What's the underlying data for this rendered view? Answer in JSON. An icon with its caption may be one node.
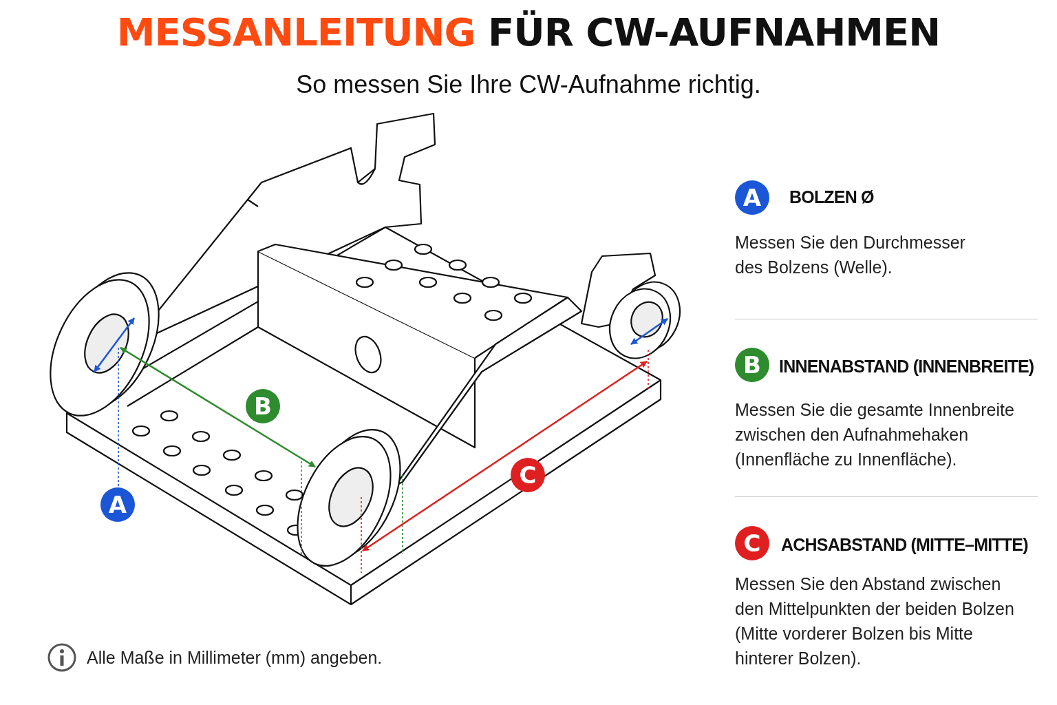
{
  "diagram": {
    "title": "MESSANLEITUNG FÜR CW-AUFNAHMEN",
    "labels": [
      "So messen Sie Ihre CW-Aufnahme richtig.",
      "A",
      "BOLZEN Ø",
      "Messen Sie den Durchmesser des Bolzens (Welle).",
      "B",
      "INNENABSTAND (INNENBREITE)",
      "Messen Sie die gesamte Innenbreite zwischen den Aufnahmehaken (Innenfläche zu Innenfläche).",
      "C",
      "ACHSABSTAND (MITTE–MITTE)",
      "Messen Sie den Abstand zwischen den Mittelpunkten der beiden Bolzen (Mitte vorderer Bolzen bis Mitte hinterer Bolzen).",
      "B",
      "C",
      "A",
      "Alle Maße in Millimeter (mm) angeben."
    ]
  }
}
